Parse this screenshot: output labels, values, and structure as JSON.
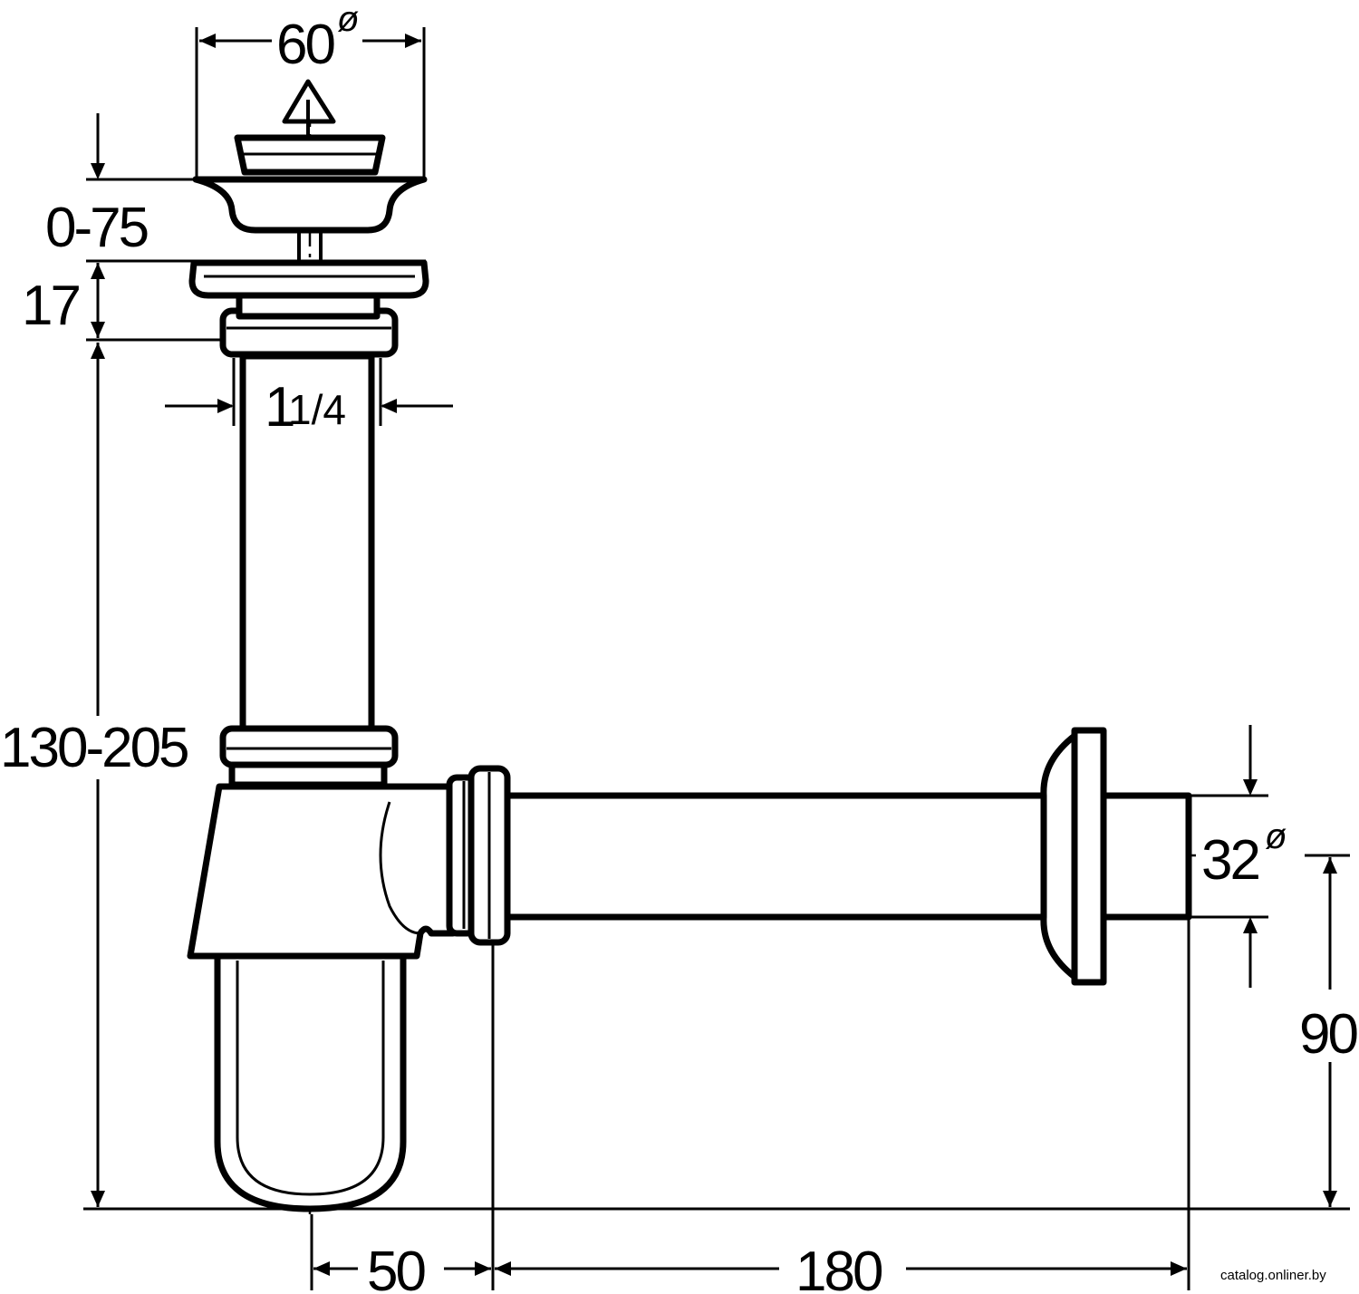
{
  "dimensions": {
    "strainer_diameter": "60",
    "strainer_diameter_symbol": "ø",
    "plug_adjustment": "0-75",
    "flange_height": "17",
    "thread_size_whole": "1",
    "thread_size_fraction": "1/4",
    "trap_height": "130-205",
    "outlet_diameter": "32",
    "outlet_diameter_symbol": "ø",
    "outlet_height": "90",
    "center_offset": "50",
    "outlet_length": "180"
  },
  "watermark": "catalog.onliner.by"
}
